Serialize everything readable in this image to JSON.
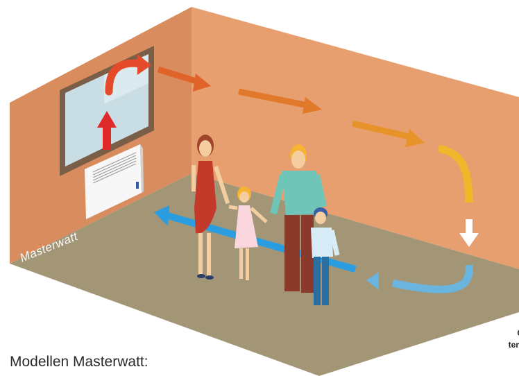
{
  "brand_watermark": "Masterwatt",
  "heading": "Modellen Masterwatt:",
  "side_label": {
    "line1": "C",
    "line2": "tem"
  },
  "colors": {
    "wall_left": "#d98d5f",
    "wall_back": "#e89f6f",
    "floor": "#a39677",
    "warm_air": "#e5452a",
    "cool_air": "#4aa9e0",
    "heater": "#ffffff"
  },
  "icons": [
    "heater-panel-icon",
    "window-icon",
    "family-figures"
  ]
}
